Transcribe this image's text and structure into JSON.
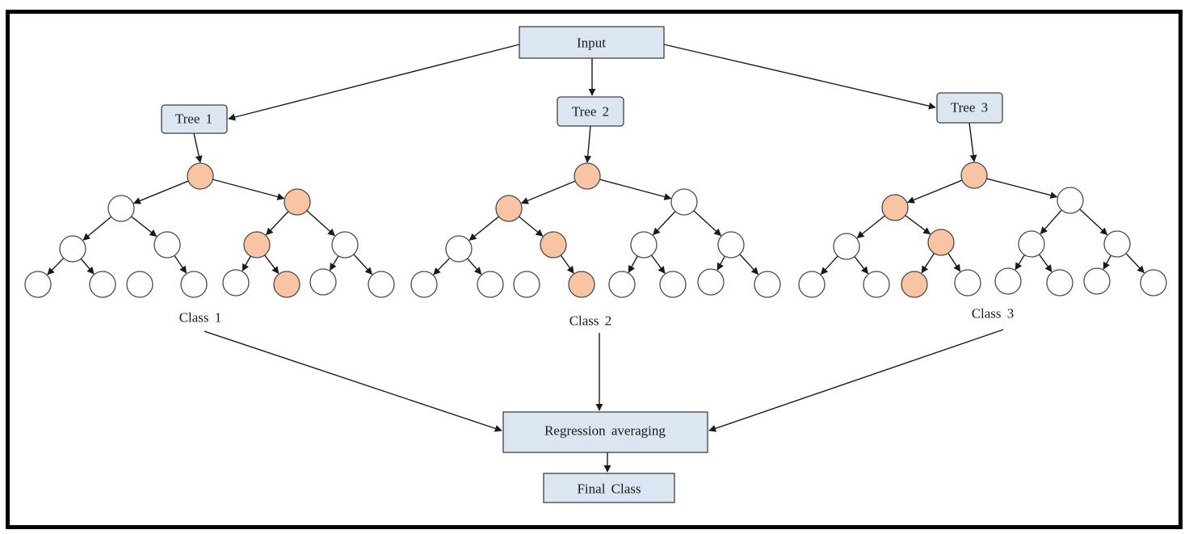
{
  "diagram": {
    "title": "Random forest regression averaging",
    "colors": {
      "box_fill": "#dce5f2",
      "highlight_node": "#f8c4a4",
      "plain_node": "#ffffff",
      "stroke": "#1a1a1a"
    },
    "input_box": {
      "label": "Input"
    },
    "aggregate_box": {
      "label": "Regression averaging"
    },
    "output_box": {
      "label": "Final Class"
    },
    "trees": [
      {
        "name": "Tree 1",
        "class_label": "Class 1",
        "highlighted_path": [
          "root",
          "R",
          "RL",
          "RLR"
        ],
        "missing_edges": [
          "LRL"
        ]
      },
      {
        "name": "Tree 2",
        "class_label": "Class 2",
        "highlighted_path": [
          "root",
          "L",
          "LR",
          "LRR"
        ],
        "missing_edges": [
          "LRL"
        ]
      },
      {
        "name": "Tree 3",
        "class_label": "Class 3",
        "highlighted_path": [
          "root",
          "L",
          "LR",
          "LRL"
        ],
        "missing_edges": []
      }
    ]
  }
}
